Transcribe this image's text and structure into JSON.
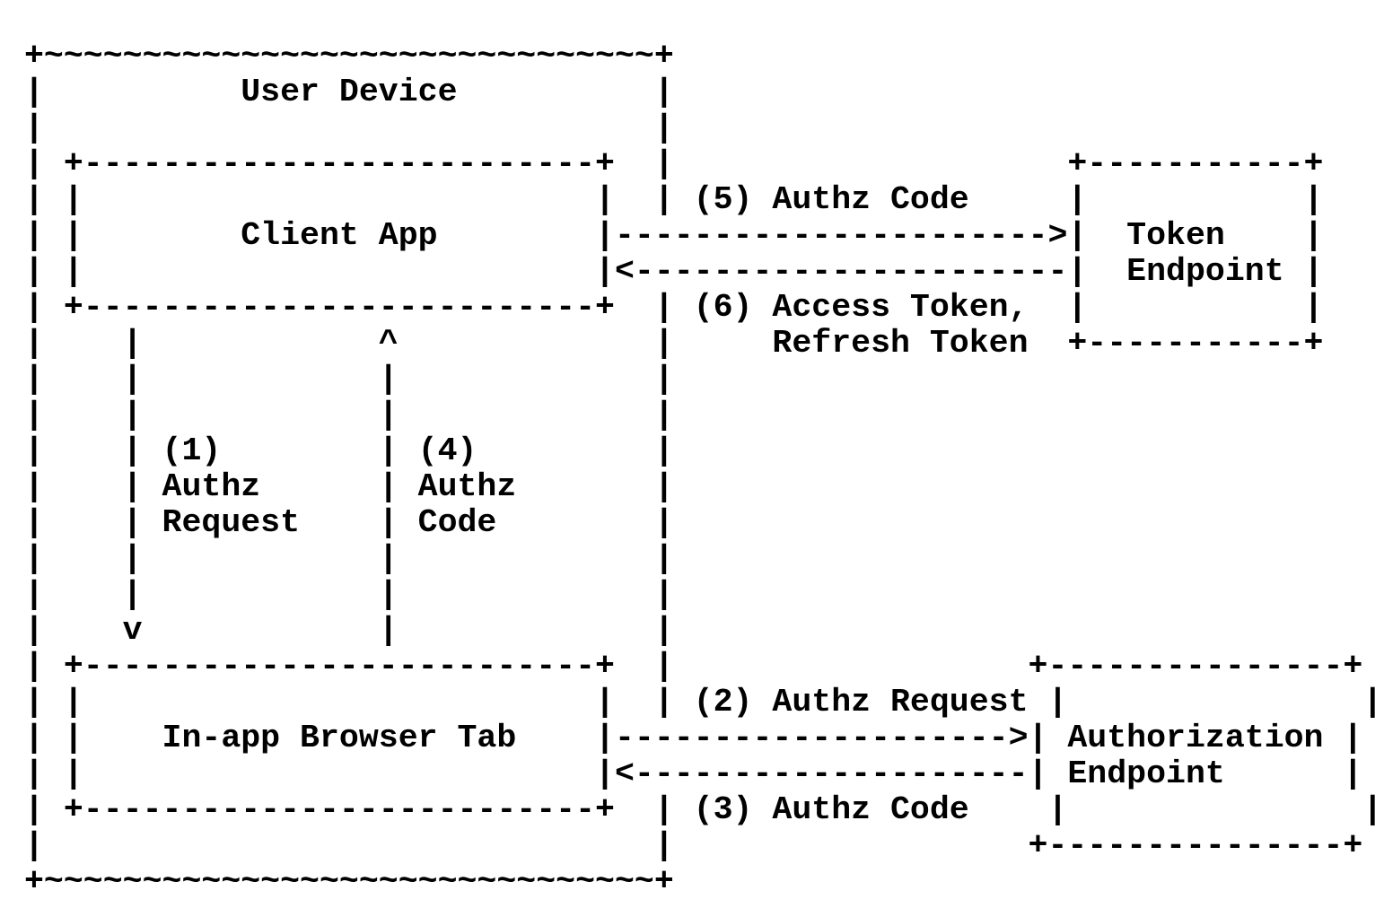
{
  "colors": {
    "foreground": "#000000",
    "background": "#ffffff"
  },
  "diagram": {
    "lines": [
      "+~~~~~~~~~~~~~~~~~~~~~~~~~~~~~~~+",
      "|          User Device          |",
      "|                               |",
      "| +--------------------------+  |                    +-----------+",
      "| |                          |  | (5) Authz Code     |           |",
      "| |        Client App        |---------------------->|  Token    |",
      "| |                          |<----------------------|  Endpoint |",
      "| +--------------------------+  | (6) Access Token,  |           |",
      "|    |            ^             |     Refresh Token  +-----------+",
      "|    |            |             |",
      "|    |            |             |",
      "|    | (1)        | (4)         |",
      "|    | Authz      | Authz       |",
      "|    | Request    | Code        |",
      "|    |            |             |",
      "|    |            |             |",
      "|    v            |             |",
      "| +--------------------------+  |                  +---------------+",
      "| |                          |  | (2) Authz Request |               |",
      "| |    In-app Browser Tab    |-------------------->| Authorization |",
      "| |                          |<--------------------| Endpoint      |",
      "| +--------------------------+  | (3) Authz Code    |               |",
      "|                               |                  +---------------+",
      "+~~~~~~~~~~~~~~~~~~~~~~~~~~~~~~~+"
    ]
  },
  "entities": {
    "nodes": [
      {
        "id": "user-device",
        "label": "User Device"
      },
      {
        "id": "client-app",
        "label": "Client App"
      },
      {
        "id": "in-app-browser-tab",
        "label": "In-app Browser Tab"
      },
      {
        "id": "token-endpoint",
        "label": "Token Endpoint"
      },
      {
        "id": "authorization-endpoint",
        "label": "Authorization Endpoint"
      }
    ],
    "flows": [
      {
        "step": "(1)",
        "label": "Authz Request"
      },
      {
        "step": "(2)",
        "label": "Authz Request"
      },
      {
        "step": "(3)",
        "label": "Authz Code"
      },
      {
        "step": "(4)",
        "label": "Authz Code"
      },
      {
        "step": "(5)",
        "label": "Authz Code"
      },
      {
        "step": "(6)",
        "label": "Access Token, Refresh Token"
      }
    ]
  }
}
